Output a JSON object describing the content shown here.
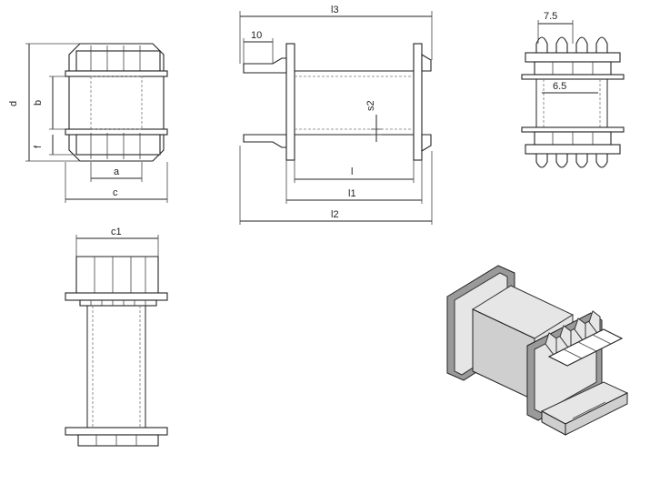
{
  "labels": {
    "d": "d",
    "b": "b",
    "f": "f",
    "a": "a",
    "c": "c",
    "c1": "c1",
    "l3": "l3",
    "ten": "10",
    "s2": "s2",
    "l": "l",
    "l1": "l1",
    "l2": "l2",
    "pitch": "7.5",
    "inner": "6.5"
  },
  "colors": {
    "line": "#222222",
    "fill_light": "#e6e6e6",
    "fill_mid": "#cfcfcf",
    "fill_dark": "#9a9a9a"
  }
}
